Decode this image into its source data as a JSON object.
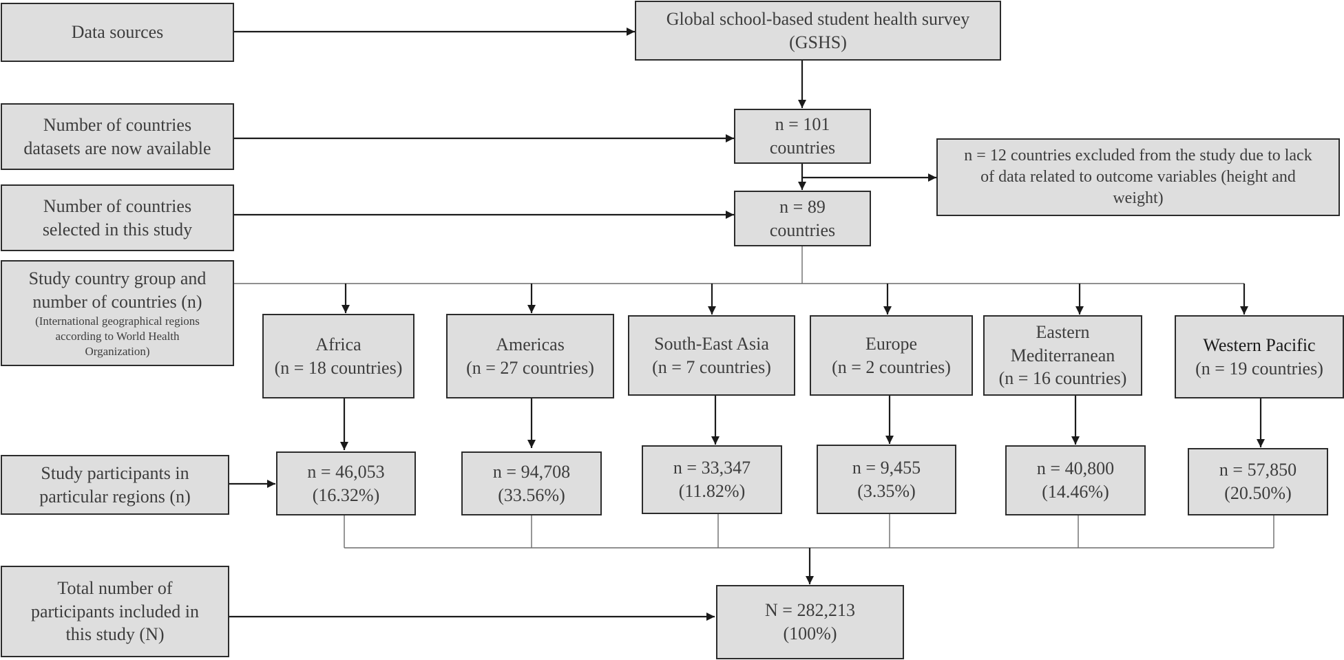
{
  "left_labels": {
    "data_sources": "Data sources",
    "countries_available": [
      "Number of countries",
      "datasets are now available"
    ],
    "countries_selected": [
      "Number of countries",
      "selected in this study"
    ],
    "country_group": [
      "Study country group and",
      "number of countries (n)"
    ],
    "country_group_note": [
      "(International geographical regions",
      "according to World Health",
      "Organization)"
    ],
    "participants_regions": [
      "Study participants in",
      "particular regions (n)"
    ],
    "total_participants": [
      "Total number of",
      "participants included in",
      "this study (N)"
    ]
  },
  "main_flow": {
    "gshs": [
      "Global school-based student health survey",
      "(GSHS)"
    ],
    "n101": [
      "n = 101",
      "countries"
    ],
    "excluded": [
      "n = 12 countries excluded from the study due to lack",
      "of data related to outcome variables (height and",
      "weight)"
    ],
    "n89": [
      "n = 89",
      "countries"
    ],
    "total": [
      "N = 282,213",
      "(100%)"
    ]
  },
  "regions": [
    {
      "name_lines": [
        "Africa",
        "(n = 18 countries)"
      ],
      "participants": [
        "n = 46,053",
        "(16.32%)"
      ]
    },
    {
      "name_lines": [
        "Americas",
        "(n = 27 countries)"
      ],
      "participants": [
        "n = 94,708",
        "(33.56%)"
      ]
    },
    {
      "name_lines": [
        "South-East Asia",
        "(n = 7 countries)"
      ],
      "participants": [
        "n = 33,347",
        "(11.82%)"
      ]
    },
    {
      "name_lines": [
        "Europe",
        "(n = 2 countries)"
      ],
      "participants": [
        "n = 9,455",
        "(3.35%)"
      ]
    },
    {
      "name_lines": [
        "Eastern",
        "Mediterranean",
        "(n = 16 countries)"
      ],
      "participants": [
        "n = 40,800",
        "(14.46%)"
      ]
    },
    {
      "name_lines": [
        "Western Pacific",
        "(n = 19 countries)"
      ],
      "participants": [
        "n = 57,850",
        "(20.50%)"
      ]
    }
  ]
}
